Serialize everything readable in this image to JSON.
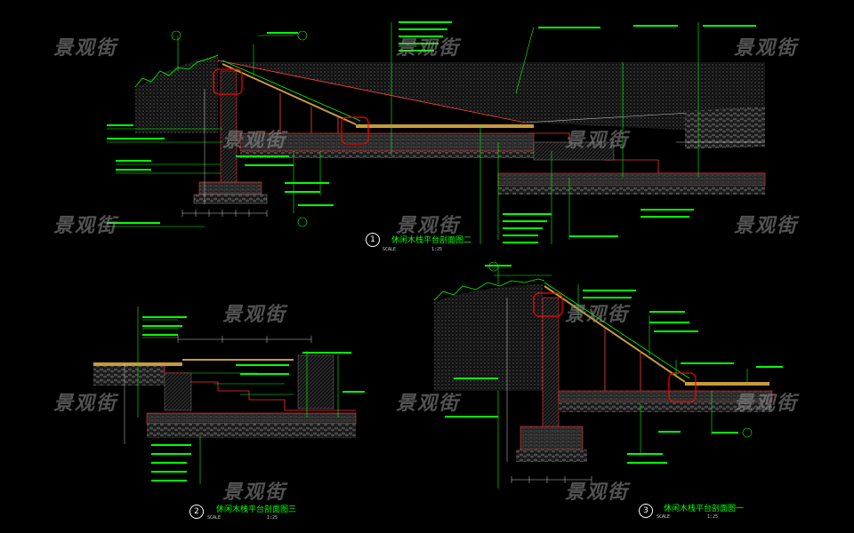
{
  "watermark": "景观街",
  "sections": [
    {
      "number": "1",
      "title": "休闲木栈平台剖面图二",
      "scale_label": "SCALE",
      "scale_value": "1:25"
    },
    {
      "number": "2",
      "title": "休闲木栈平台剖面图三",
      "scale_label": "SCALE",
      "scale_value": "1:25"
    },
    {
      "number": "3",
      "title": "休闲木栈平台剖面图一",
      "scale_label": "SCALE",
      "scale_value": "1:25"
    }
  ],
  "colors": {
    "background": "#000000",
    "annotation": "#00ff00",
    "highlight": "#ff0000",
    "dimension": "#ffffff",
    "fill": "#888888",
    "wood": "#c89a3a",
    "watermark": "#969696"
  }
}
